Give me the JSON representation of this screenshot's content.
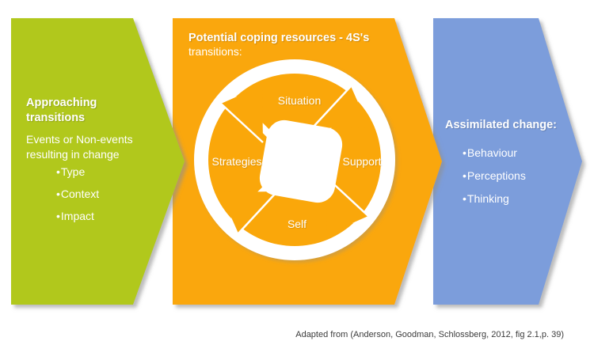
{
  "left_arrow": {
    "color": "#B1C81C",
    "heading": "Approaching\ntransitions",
    "description": "Events or Non-events resulting in change",
    "bullets": [
      "Type",
      "Context",
      "Impact"
    ]
  },
  "center_arrow": {
    "color": "#FAA70A",
    "title": "Potential coping resources - 4S's",
    "subtitle": "transitions:",
    "cycle": {
      "top": "Situation",
      "right": "Support",
      "bottom": "Self",
      "left": "Strategies"
    }
  },
  "right_arrow": {
    "color": "#7C9DDB",
    "heading": "Assimilated change:",
    "bullets": [
      "Behaviour",
      "Perceptions",
      "Thinking"
    ]
  },
  "caption": "Adapted from (Anderson, Goodman, Schlossberg, 2012, fig 2.1,p. 39)"
}
